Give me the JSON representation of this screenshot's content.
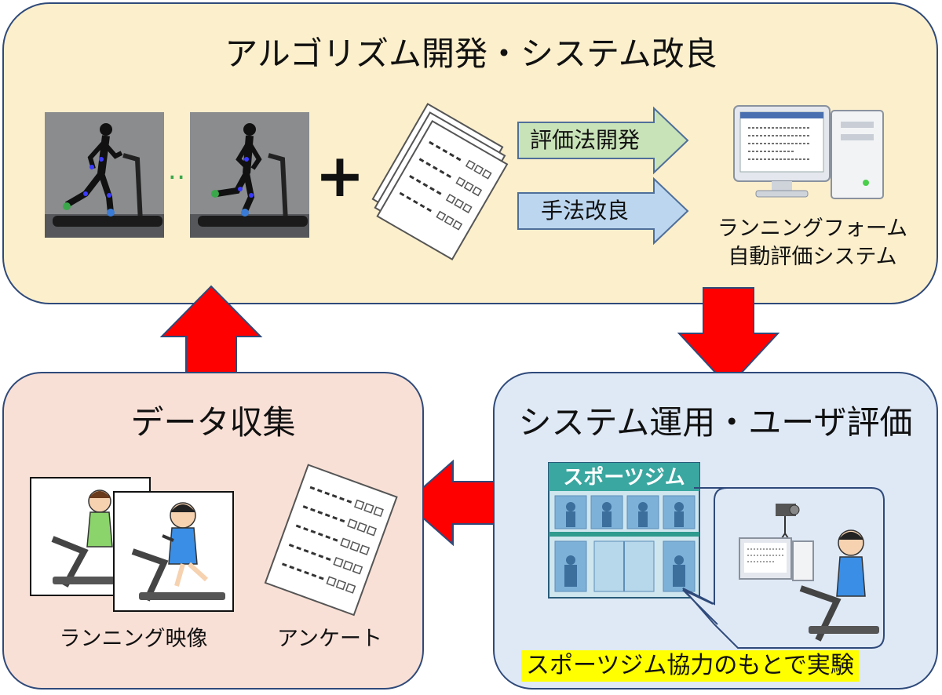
{
  "top": {
    "title": "アルゴリズム開発・システム改良",
    "ellipsis": "‥",
    "plus": "+",
    "arrow_eval": "評価法開発",
    "arrow_improve": "手法改良",
    "system_label_line1": "ランニングフォーム",
    "system_label_line2": "自動評価システム"
  },
  "left": {
    "title": "データ収集",
    "video_label": "ランニング映像",
    "survey_label": "アンケート"
  },
  "right": {
    "title": "システム運用・ユーザ評価",
    "gym_sign": "スポーツジム",
    "caption": "スポーツジム協力のもとで実験"
  },
  "colors": {
    "top_panel": "#fcefcc",
    "left_panel": "#f9e0d6",
    "right_panel": "#dfe9f6",
    "big_arrow": "#ff0000",
    "arrow_eval_fill": "#c9e3b8",
    "arrow_improve_fill": "#bcd6ef",
    "caption_highlight": "#ffff00"
  }
}
